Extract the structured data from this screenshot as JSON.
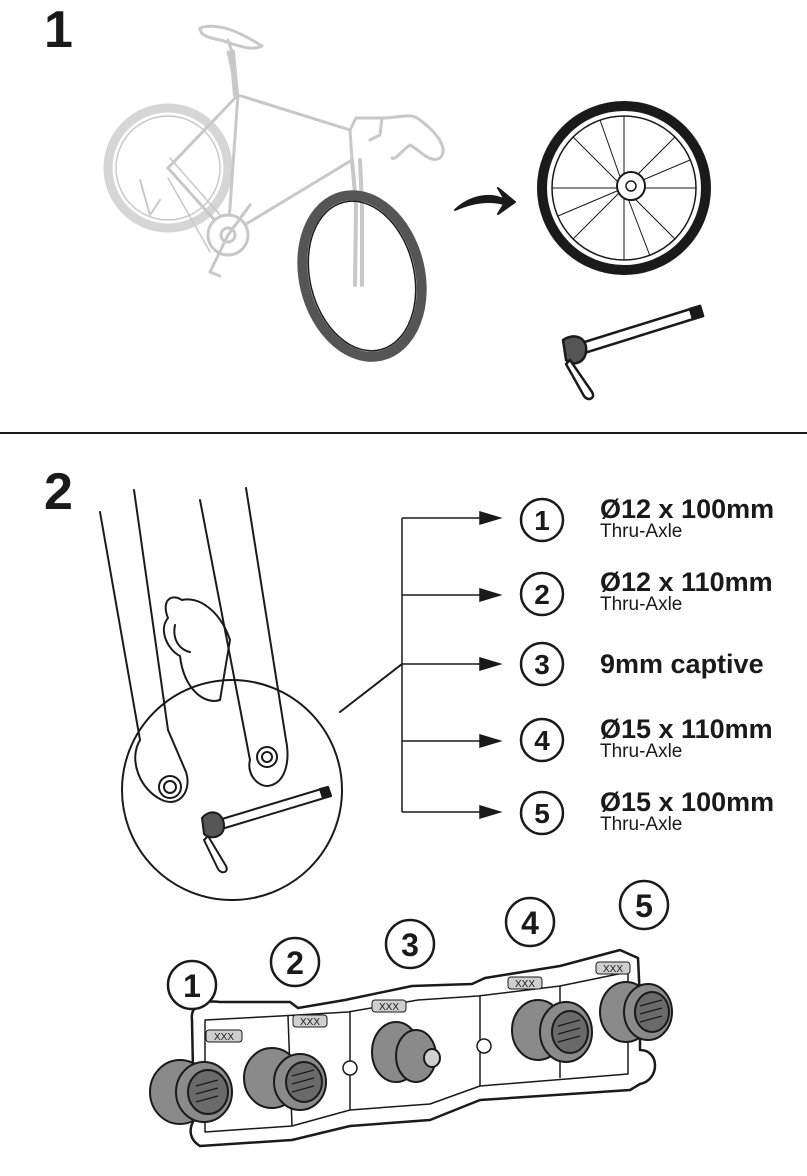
{
  "step1": {
    "number": "1"
  },
  "step2": {
    "number": "2",
    "options": [
      {
        "index": "1",
        "size": "Ø12 x 100mm",
        "type": "Thru-Axle"
      },
      {
        "index": "2",
        "size": "Ø12 x 110mm",
        "type": "Thru-Axle"
      },
      {
        "index": "3",
        "size": "9mm captive",
        "type": ""
      },
      {
        "index": "4",
        "size": "Ø15 x 110mm",
        "type": "Thru-Axle"
      },
      {
        "index": "5",
        "size": "Ø15 x 100mm",
        "type": "Thru-Axle"
      }
    ],
    "adapter_labels": [
      "1",
      "2",
      "3",
      "4",
      "5"
    ],
    "adapter_tags": [
      "XXX",
      "XXX",
      "XXX",
      "XXX",
      "XXX"
    ]
  },
  "colors": {
    "ink": "#1a1a1a",
    "ghost": "#c8c8c8",
    "adapter_fill": "#8a8a8a",
    "adapter_dark": "#5a5a5a"
  }
}
